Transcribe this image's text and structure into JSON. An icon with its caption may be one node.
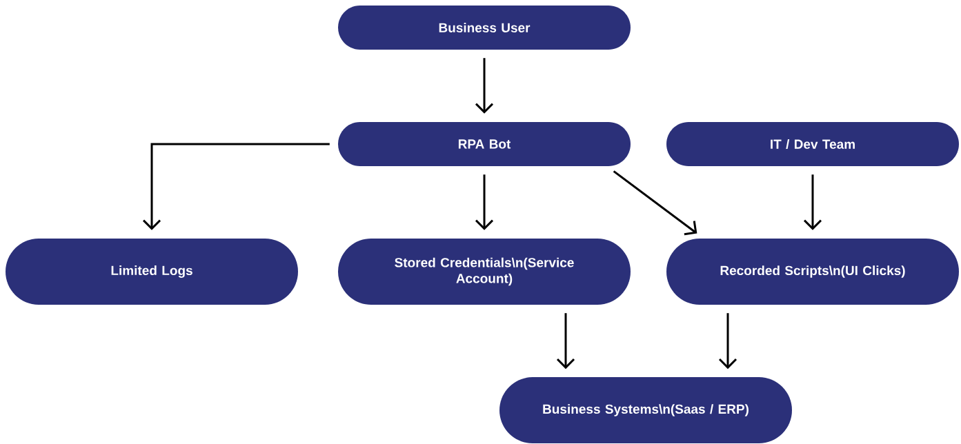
{
  "diagram": {
    "nodes": [
      {
        "text": [
          "Business User"
        ]
      },
      {
        "text": [
          "RPA Bot"
        ]
      },
      {
        "text": [
          "IT / Dev Team"
        ]
      },
      {
        "text": [
          "Limited Logs"
        ]
      },
      {
        "text": [
          "Stored Credentials\\n(Service Account)"
        ]
      },
      {
        "text": [
          "Recorded Scripts\\n(UI Clicks)"
        ]
      },
      {
        "text": [
          "Business Systems\\n(Saas / ERP)"
        ]
      }
    ],
    "edges": [
      {
        "from": 0,
        "to": 1,
        "arrow": "to"
      },
      {
        "from": 1,
        "to": 3,
        "arrow": "to"
      },
      {
        "from": 1,
        "to": 4,
        "arrow": "to"
      },
      {
        "from": 1,
        "to": 5,
        "arrow": "to"
      },
      {
        "from": 2,
        "to": 5,
        "arrow": "to"
      },
      {
        "from": 4,
        "to": 6,
        "arrow": "to"
      },
      {
        "from": 5,
        "to": 6,
        "arrow": "to"
      }
    ]
  }
}
